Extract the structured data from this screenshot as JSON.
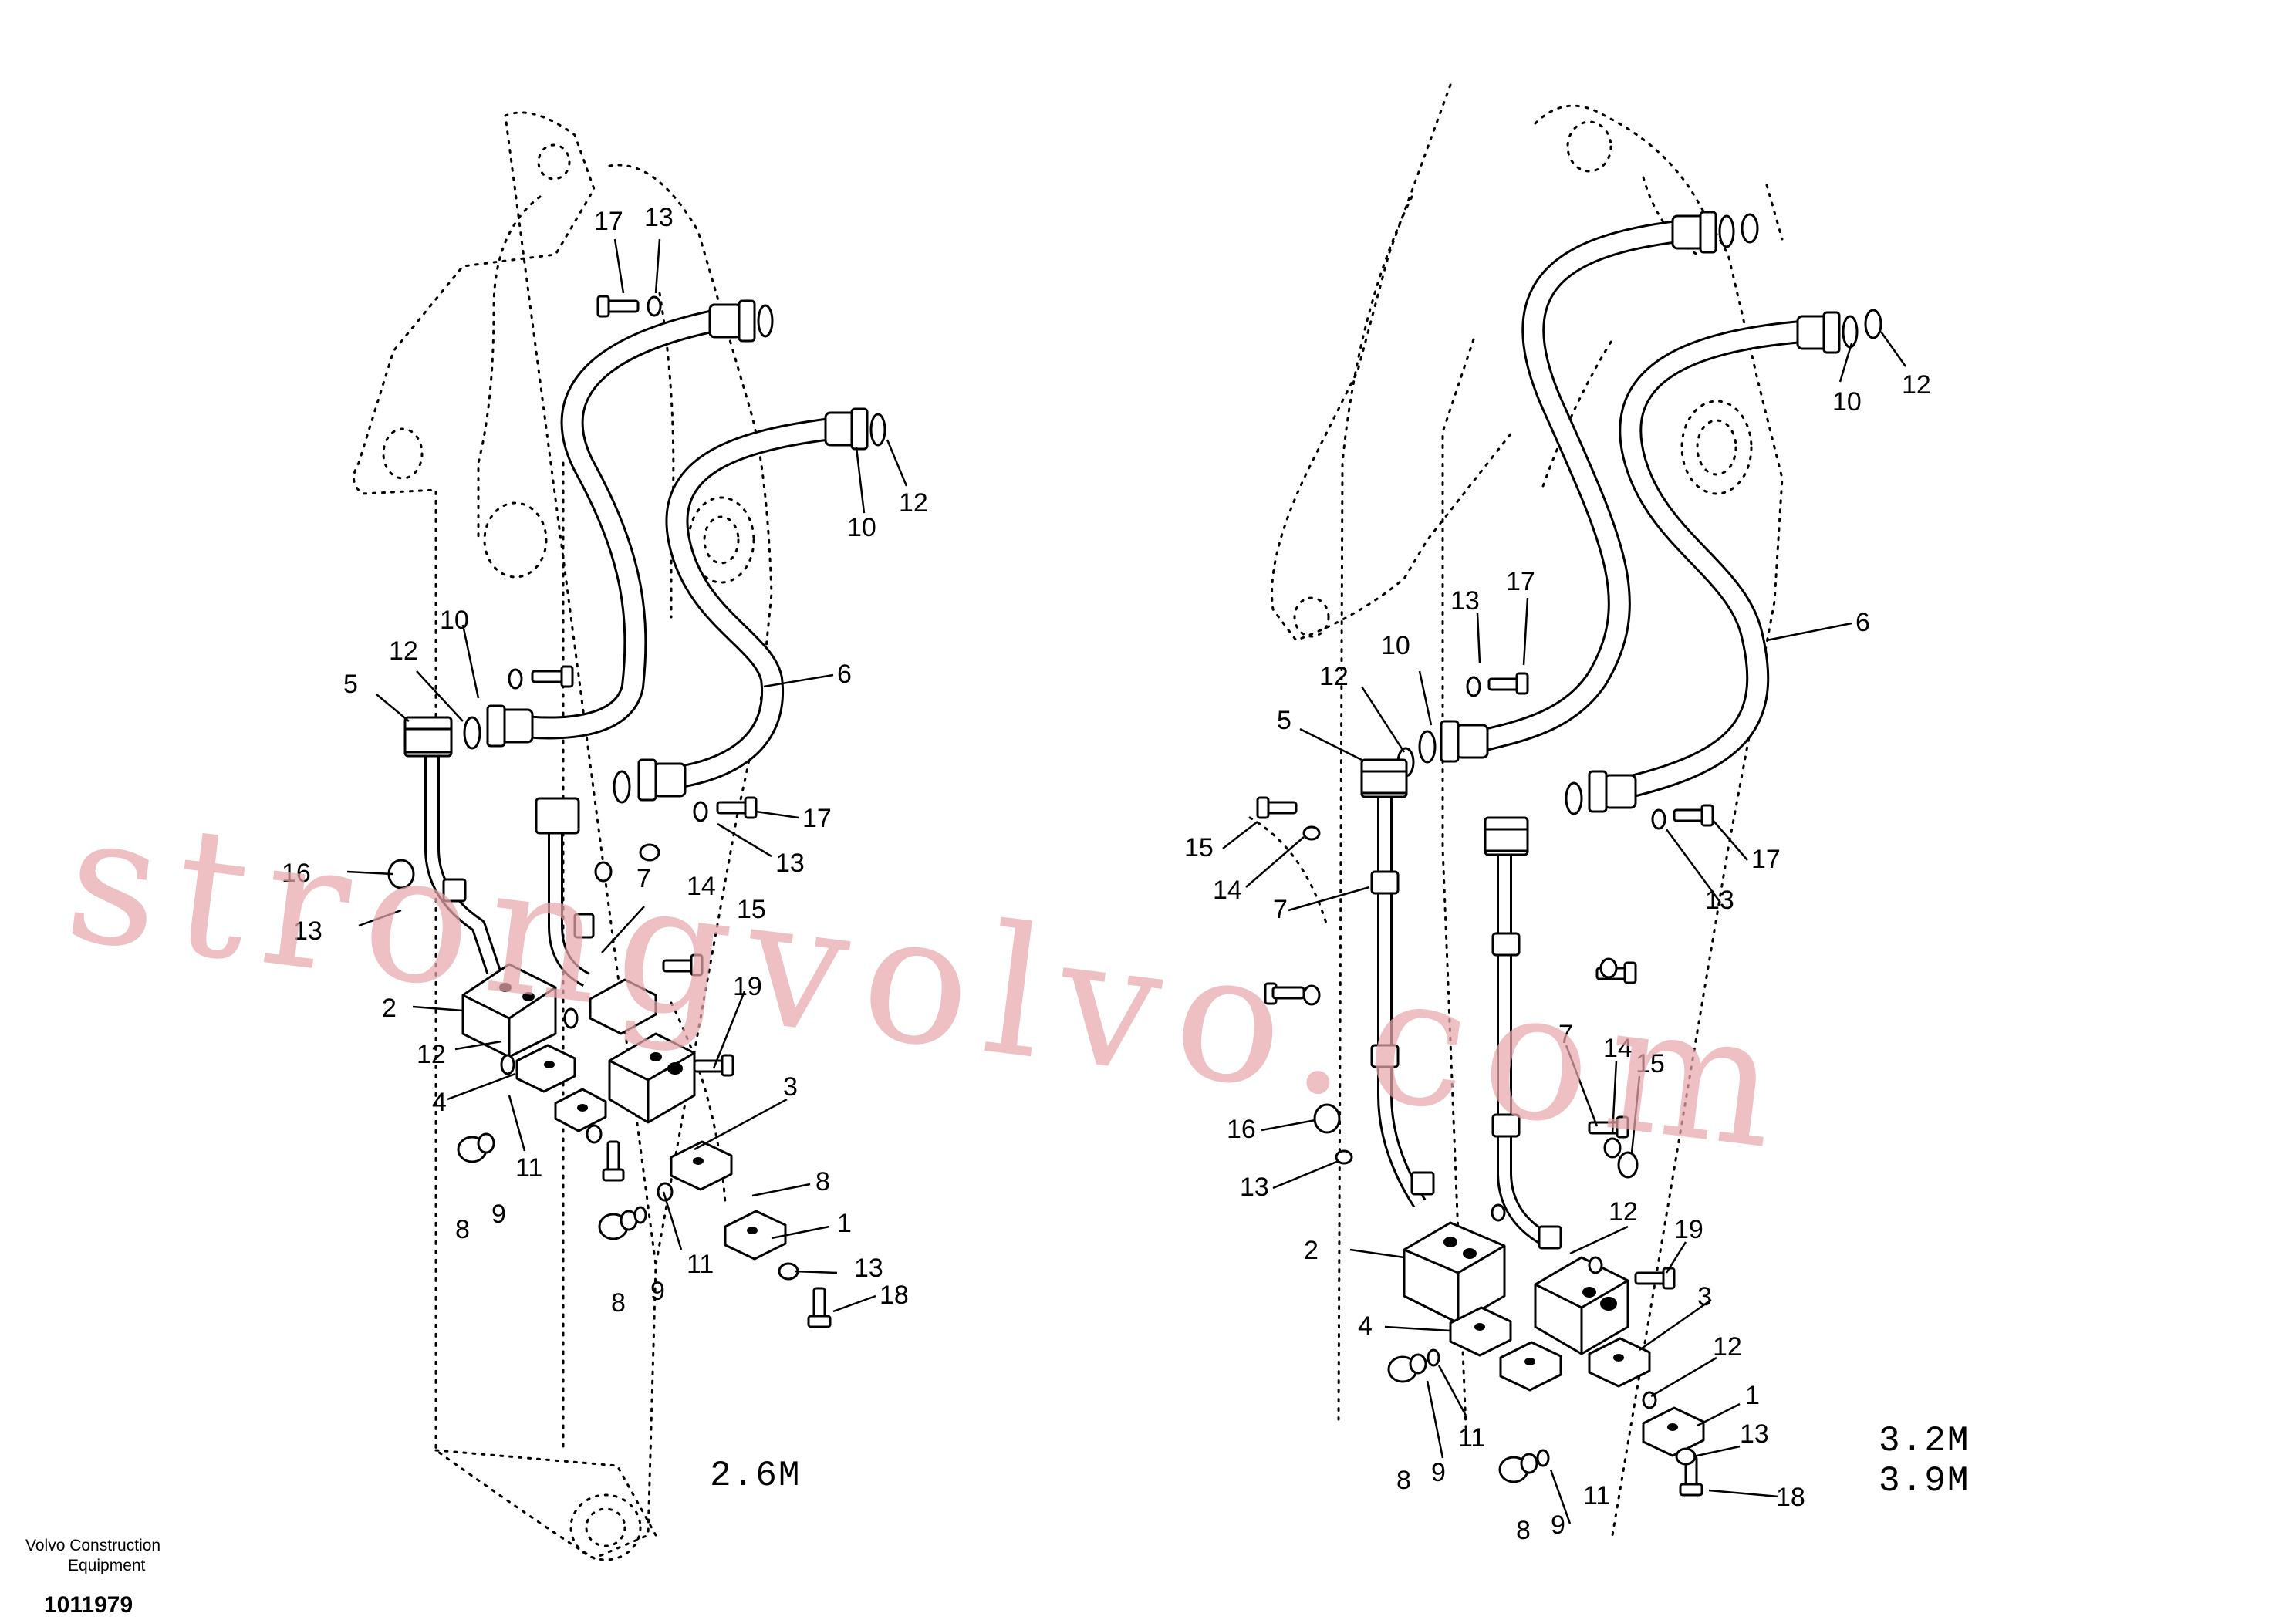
{
  "diagram": {
    "left_view": {
      "variant_label": "2.6M",
      "callouts": [
        "17",
        "13",
        "10",
        "12",
        "12",
        "10",
        "5",
        "6",
        "17",
        "13",
        "16",
        "13",
        "7",
        "14",
        "15",
        "2",
        "19",
        "12",
        "4",
        "3",
        "11",
        "8",
        "8",
        "9",
        "1",
        "11",
        "13",
        "8",
        "9",
        "18"
      ]
    },
    "right_view": {
      "variant_label_1": "3.2M",
      "variant_label_2": "3.9M",
      "callouts": [
        "10",
        "12",
        "13",
        "17",
        "6",
        "12",
        "10",
        "5",
        "15",
        "14",
        "17",
        "13",
        "7",
        "16",
        "13",
        "7",
        "14",
        "15",
        "12",
        "19",
        "2",
        "4",
        "3",
        "11",
        "12",
        "1",
        "8",
        "9",
        "11",
        "13",
        "8",
        "9",
        "18"
      ]
    },
    "watermark": "strongvolvo.com"
  },
  "footer": {
    "brand_line_1": "Volvo Construction",
    "brand_line_2": "Equipment",
    "drawing_number": "1011979"
  }
}
